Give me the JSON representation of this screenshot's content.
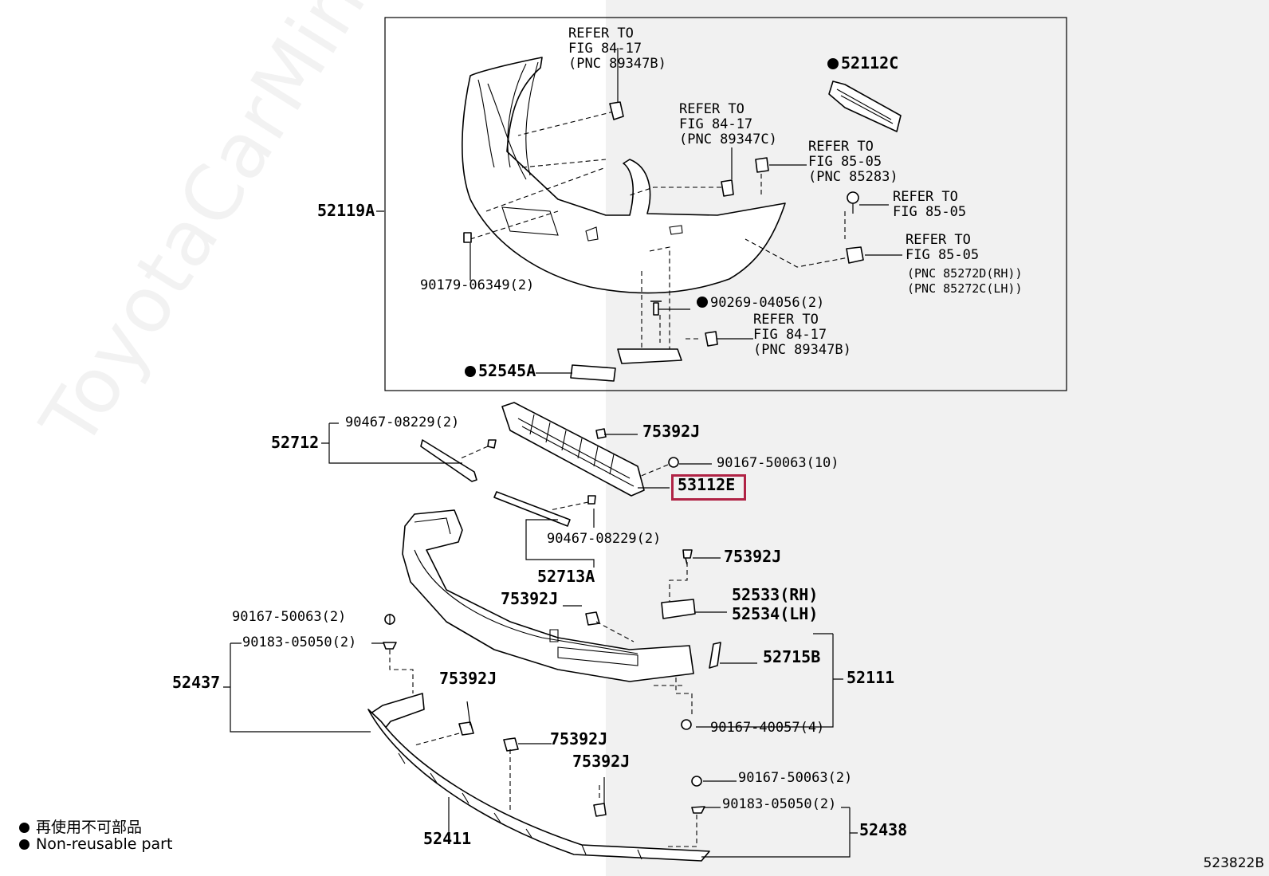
{
  "watermark": "ToyotaCarMine.ru",
  "diagram_code": "523822B",
  "legend": {
    "marker_jp": "再使用不可部品",
    "marker_en": "Non-reusable part"
  },
  "labels": {
    "ref_89347b_top": "REFER TO\nFIG 84-17\n(PNC 89347B)",
    "p52112c": "52112C",
    "ref_89347c": "REFER TO\nFIG 84-17\n(PNC 89347C)",
    "ref_85283": "REFER TO\nFIG 85-05\n(PNC 85283)",
    "p52119a": "52119A",
    "ref_8505_a": "REFER TO\nFIG 85-05",
    "ref_8505_b": "REFER TO\nFIG 85-05",
    "ref_85272": "(PNC 85272D(RH))\n(PNC 85272C(LH))",
    "p90179": "90179-06349(2)",
    "p90269": "90269-04056(2)",
    "ref_89347b_bot": "REFER TO\nFIG 84-17\n(PNC 89347B)",
    "p52545a": "52545A",
    "p90467_a": "90467-08229(2)",
    "p52712": "52712",
    "p75392j_1": "75392J",
    "p90167_50063_10": "90167-50063(10)",
    "p53112e": "53112E",
    "p90467_b": "90467-08229(2)",
    "p52713a": "52713A",
    "p75392j_2": "75392J",
    "p52533": "52533(RH)",
    "p52534": "52534(LH)",
    "p75392j_3": "75392J",
    "p90167_50063_2a": "90167-50063(2)",
    "p90183_a": "90183-05050(2)",
    "p52437": "52437",
    "p52715b": "52715B",
    "p52111": "52111",
    "p75392j_4": "75392J",
    "p90167_40057": "90167-40057(4)",
    "p75392j_5": "75392J",
    "p75392j_6": "75392J",
    "p90167_50063_2b": "90167-50063(2)",
    "p90183_b": "90183-05050(2)",
    "p52438": "52438",
    "p52411": "52411"
  },
  "highlight_part": "53112E"
}
